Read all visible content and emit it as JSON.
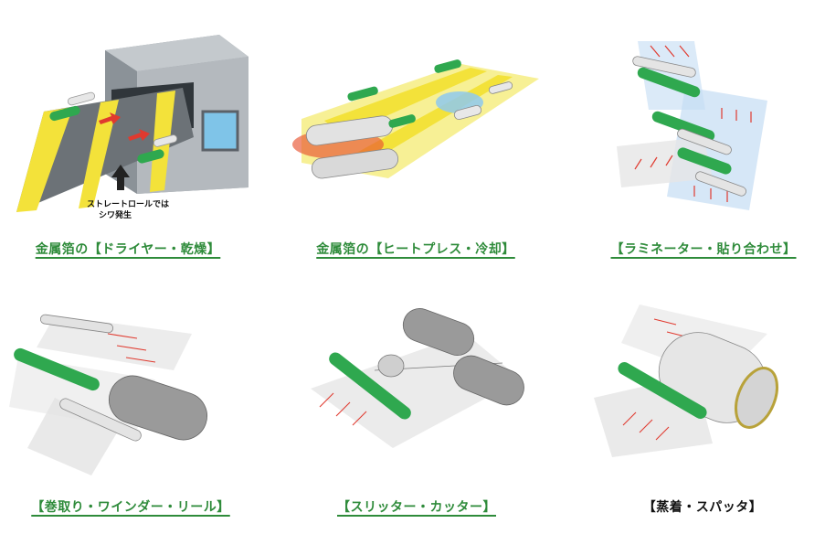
{
  "grid": {
    "items": [
      {
        "caption": "金属箔の【ドライヤー・乾燥】",
        "link": true,
        "icon": "dryer-illustration",
        "annotation_line1": "ストレートロールでは",
        "annotation_line2": "シワ発生"
      },
      {
        "caption": "金属箔の【ヒートプレス・冷却】",
        "link": true,
        "icon": "heat-press-illustration"
      },
      {
        "caption": "【ラミネーター・貼り合わせ】",
        "link": true,
        "icon": "laminator-illustration"
      },
      {
        "caption": "【巻取り・ワインダー・リール】",
        "link": true,
        "icon": "winder-illustration"
      },
      {
        "caption": "【スリッター・カッター】",
        "link": true,
        "icon": "slitter-illustration"
      },
      {
        "caption": "【蒸着・スパッタ】",
        "link": false,
        "icon": "sputter-illustration"
      }
    ]
  },
  "colors": {
    "link_green": "#2e8b3a",
    "roll_green": "#2fa84f",
    "foil_yellow": "#f3e23a",
    "arrow_red": "#e03a2f"
  }
}
